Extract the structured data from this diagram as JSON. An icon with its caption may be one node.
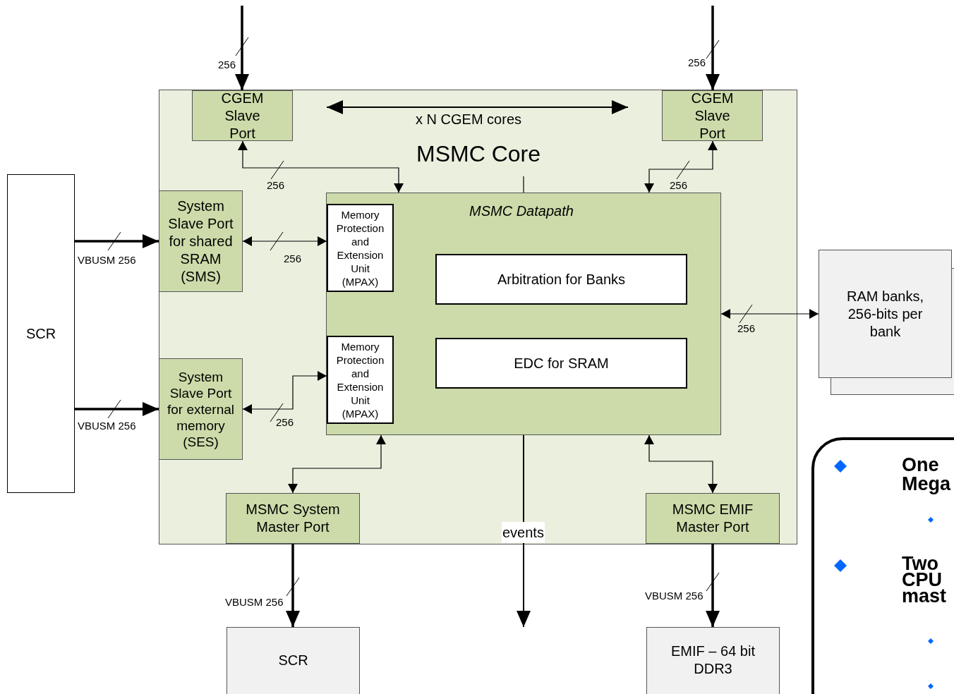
{
  "diagram": {
    "nodes": [
      {
        "text": [
          "MSMC Core"
        ]
      },
      {
        "text": [
          "CGEM Slave Port"
        ],
        "in": 0
      },
      {
        "text": [
          "CGEM Slave Port"
        ],
        "in": 0
      },
      {
        "text": [
          "System Slave Port for shared SRAM (SMS)"
        ],
        "in": 0
      },
      {
        "text": [
          "System Slave Port for external memory (SES)"
        ],
        "in": 0
      },
      {
        "text": [
          "MSMC Datapath"
        ],
        "in": 0
      },
      {
        "text": [
          "Memory Protection and Extension Unit (MPAX)"
        ],
        "in": 5
      },
      {
        "text": [
          "Arbitration for Banks"
        ],
        "in": 5
      },
      {
        "text": [
          "Memory Protection and Extension Unit (MPAX)"
        ],
        "in": 5
      },
      {
        "text": [
          "EDC for SRAM"
        ],
        "in": 5
      },
      {
        "text": [
          "MSMC System Master Port"
        ],
        "in": 0
      },
      {
        "text": [
          "MSMC EMIF Master Port"
        ],
        "in": 0
      },
      {
        "text": [
          "SCR"
        ]
      },
      {
        "text": [
          "RAM banks, 256-bits per bank"
        ]
      },
      {
        "text": [
          "SCR"
        ]
      },
      {
        "text": [
          "EMIF – 64 bit DDR3"
        ]
      },
      {
        "text": [
          "One Mega",
          "Two CPU mast"
        ]
      }
    ],
    "edges": [
      {
        "from": null,
        "to": 1,
        "arrow": "to",
        "label": "256",
        "style": "thick"
      },
      {
        "from": null,
        "to": 2,
        "arrow": "to",
        "label": "256",
        "style": "thick"
      },
      {
        "from": 1,
        "to": 5,
        "arrow": "both",
        "label": "256"
      },
      {
        "from": 2,
        "to": 5,
        "arrow": "both",
        "label": "256"
      },
      {
        "from": 12,
        "to": 3,
        "arrow": "to",
        "label": "VBUSM 256",
        "style": "thick"
      },
      {
        "from": 12,
        "to": 4,
        "arrow": "to",
        "label": "VBUSM 256",
        "style": "thick"
      },
      {
        "from": 3,
        "to": 6,
        "arrow": "both",
        "label": "256"
      },
      {
        "from": 8,
        "to": 4,
        "arrow": "both",
        "label": "256"
      },
      {
        "from": 10,
        "to": 5,
        "arrow": "both"
      },
      {
        "from": 11,
        "to": 5,
        "arrow": "both"
      },
      {
        "from": 5,
        "to": 13,
        "arrow": "both",
        "label": "256"
      },
      {
        "from": 10,
        "to": 14,
        "arrow": "to",
        "label": "VBUSM 256",
        "style": "thick"
      },
      {
        "from": 11,
        "to": 15,
        "arrow": "to",
        "label": "VBUSM 256",
        "style": "thick"
      },
      {
        "from": 5,
        "to": null,
        "arrow": "to",
        "label": "events"
      }
    ],
    "labels": [
      "x N CGEM cores"
    ]
  }
}
